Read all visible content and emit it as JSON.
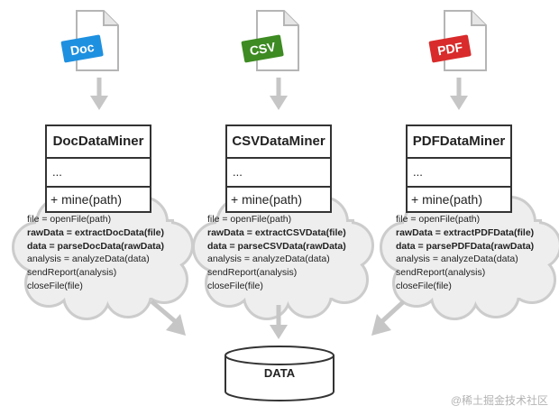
{
  "files": [
    {
      "badge": "Doc",
      "color": "#1e90e0"
    },
    {
      "badge": "CSV",
      "color": "#3d8b22"
    },
    {
      "badge": "PDF",
      "color": "#d92b2b"
    }
  ],
  "classes": [
    {
      "name": "DocDataMiner",
      "fields": "...",
      "method": "+ mine(path)",
      "code": {
        "line1": "file = openFile(path)",
        "line2": "rawData = extractDocData(file)",
        "line3": "data = parseDocData(rawData)",
        "line4": "analysis = analyzeData(data)",
        "line5": "sendReport(analysis)",
        "line6": "closeFile(file)"
      }
    },
    {
      "name": "CSVDataMiner",
      "fields": "...",
      "method": "+ mine(path)",
      "code": {
        "line1": "file = openFile(path)",
        "line2": "rawData = extractCSVData(file)",
        "line3": "data = parseCSVData(rawData)",
        "line4": "analysis = analyzeData(data)",
        "line5": "sendReport(analysis)",
        "line6": "closeFile(file)"
      }
    },
    {
      "name": "PDFDataMiner",
      "fields": "...",
      "method": "+ mine(path)",
      "code": {
        "line1": "file = openFile(path)",
        "line2": "rawData = extractPDFData(file)",
        "line3": "data = parsePDFData(rawData)",
        "line4": "analysis = analyzeData(data)",
        "line5": "sendReport(analysis)",
        "line6": "closeFile(file)"
      }
    }
  ],
  "database": {
    "label": "DATA"
  },
  "watermark": "@稀土掘金技术社区"
}
